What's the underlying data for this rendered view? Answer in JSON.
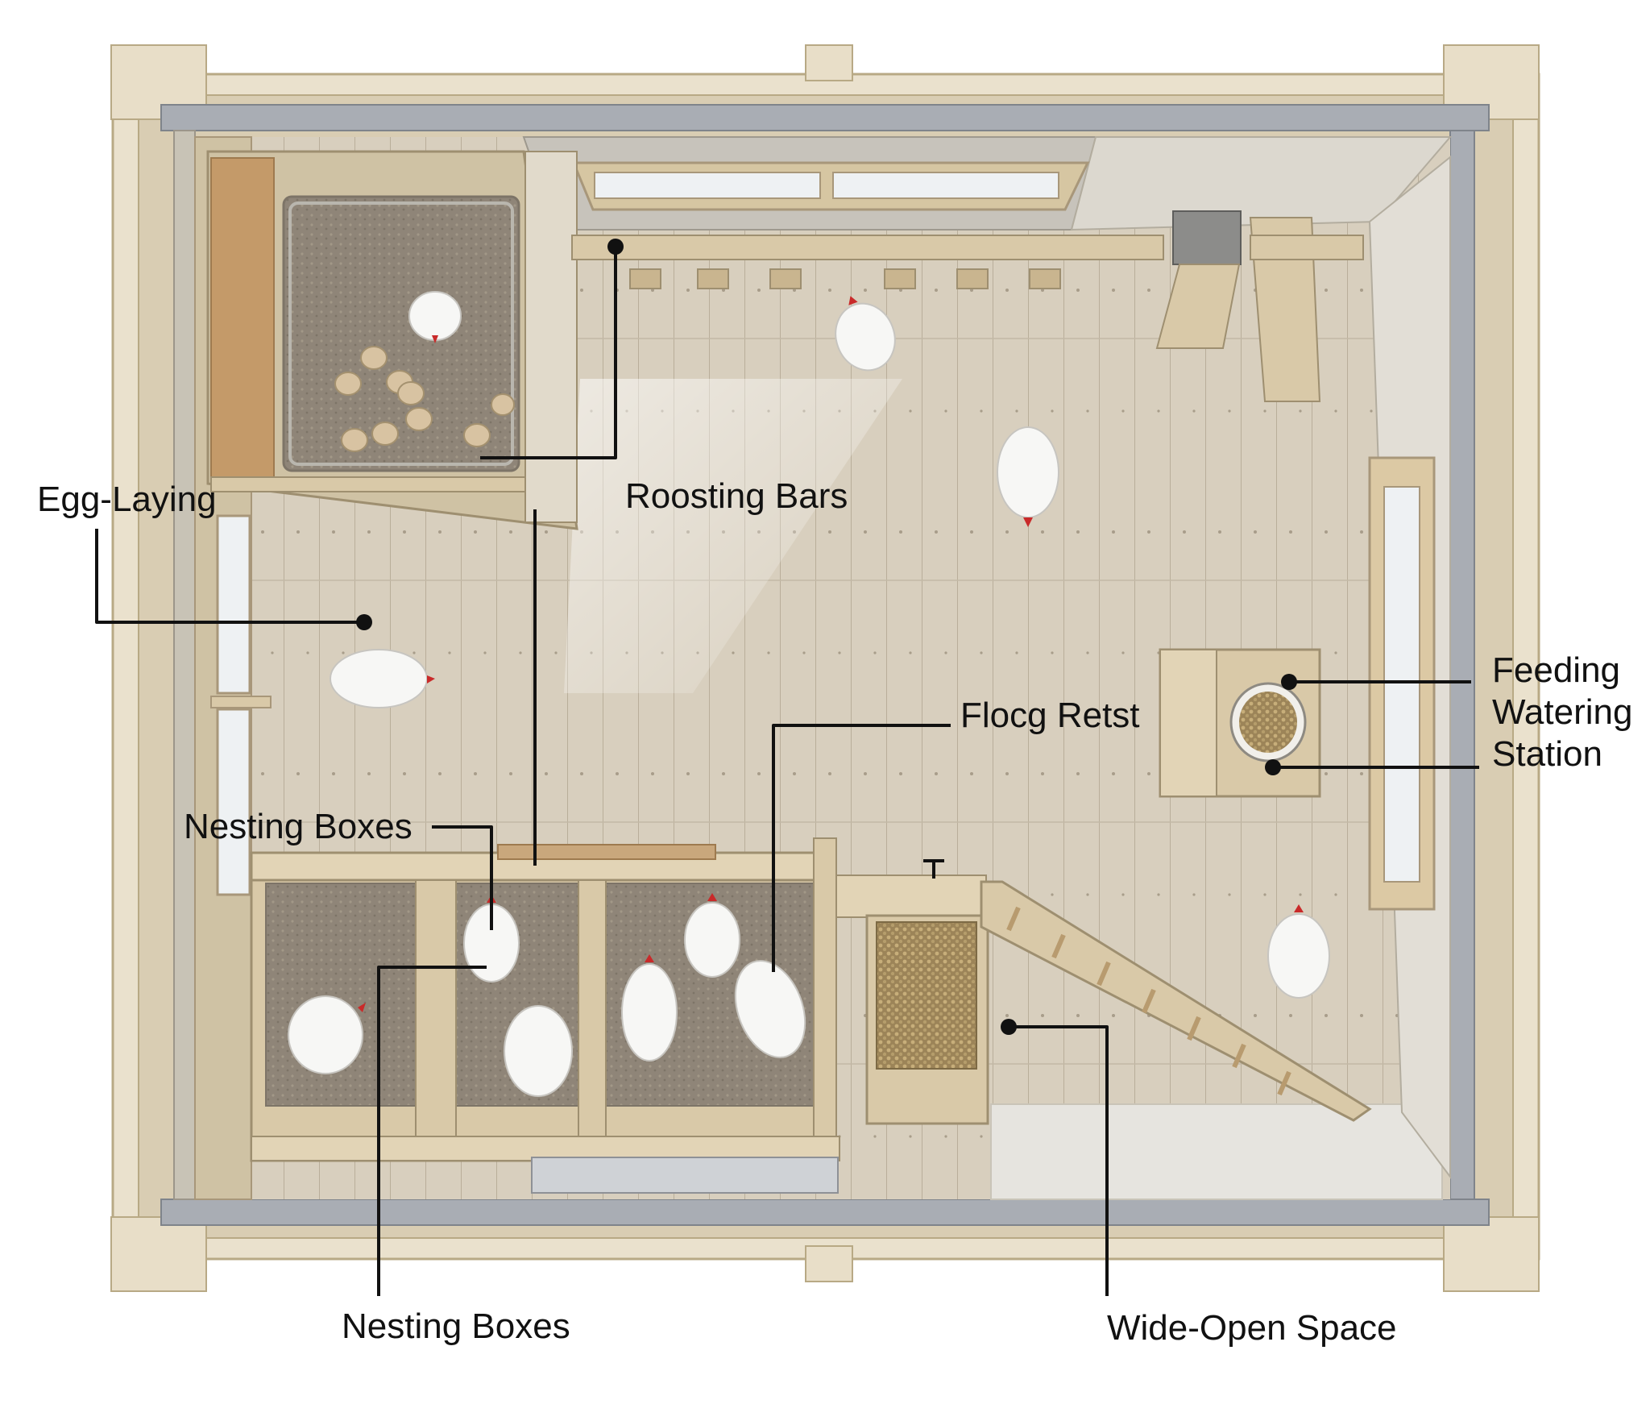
{
  "labels": {
    "egg_laying": "Egg-Laying",
    "roosting_bars": "Roosting Bars",
    "flock_rest": "Flocg Retst",
    "nesting_boxes_upper": "Nesting Boxes",
    "nesting_boxes_lower": "Nesting Boxes",
    "wide_open_space": "Wide-Open Space",
    "feeding_line1": "Feeding",
    "feeding_line2": "Watering",
    "feeding_line3": "Station"
  },
  "colors": {
    "background": "#ffffff",
    "outer_frame": "#e6dcc7",
    "floor": "#d8cfbe",
    "floor_plank_line": "#bcb19e",
    "steel_rail": "#a9adb4",
    "bedding": "#8f8578",
    "wood": "#d9c9a8",
    "wood_dark": "#bfa982",
    "hen": "#f7f7f5",
    "comb": "#c92a2a",
    "egg": "#d8c3a2",
    "feed": "#b59d6b",
    "window_glass": "#eef1f3",
    "label_text": "#111111"
  },
  "icons": [
    "hen-icon",
    "egg-icon",
    "feed-bowl-icon",
    "ramp-icon",
    "window-icon"
  ]
}
